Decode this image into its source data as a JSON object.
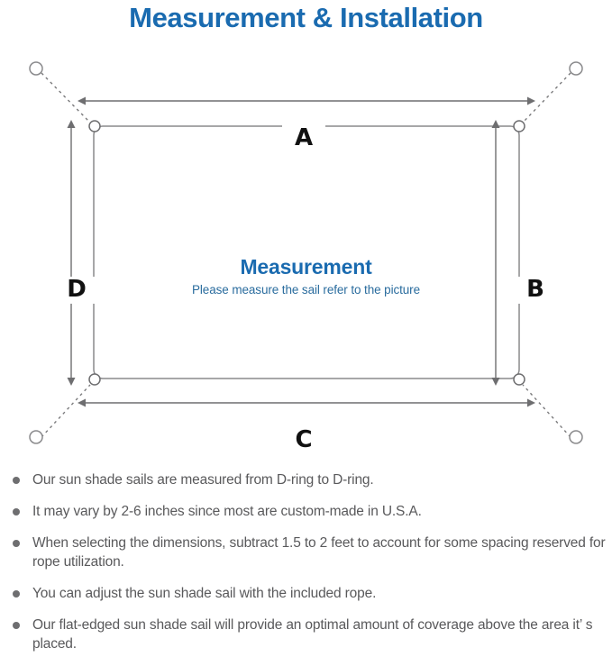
{
  "page": {
    "title": "Measurement & Installation",
    "title_color": "#1a6bb0",
    "background": "#ffffff"
  },
  "diagram": {
    "name": "sun-shade-sail-measurement-diagram",
    "center": {
      "headline": "Measurement",
      "subtext": "Please measure the sail refer to the picture",
      "headline_color": "#1a6bb0",
      "subtext_color": "#2a6c9e"
    },
    "dimension_labels": [
      {
        "id": "a",
        "label": "A",
        "position": "top",
        "orientation": "horizontal"
      },
      {
        "id": "b",
        "label": "B",
        "position": "right",
        "orientation": "vertical"
      },
      {
        "id": "c",
        "label": "C",
        "position": "bottom",
        "orientation": "horizontal"
      },
      {
        "id": "d",
        "label": "D",
        "position": "left",
        "orientation": "vertical"
      }
    ],
    "sail": {
      "shape": "rounded-rectangle",
      "stroke_color": "#8a8a8c"
    },
    "d_rings": [
      {
        "corner": "top-left"
      },
      {
        "corner": "top-right"
      },
      {
        "corner": "bottom-left"
      },
      {
        "corner": "bottom-right"
      }
    ],
    "anchor_points": [
      {
        "corner": "top-left"
      },
      {
        "corner": "top-right"
      },
      {
        "corner": "bottom-left"
      },
      {
        "corner": "bottom-right"
      }
    ],
    "rope_style": "dashed",
    "arrow_color": "#6e6e70"
  },
  "notes": {
    "bullet_color": "#6e6e70",
    "text_color": "#59595b",
    "items": [
      "Our sun shade sails are measured from D-ring to D-ring.",
      "It may vary by 2-6 inches since most are custom-made in U.S.A.",
      "When selecting the dimensions, subtract 1.5 to 2 feet to account for some spacing reserved for rope utilization.",
      "You can adjust the sun shade sail with the included rope.",
      "Our flat-edged sun shade sail will provide an optimal amount of coverage above the area it’ s placed."
    ]
  }
}
